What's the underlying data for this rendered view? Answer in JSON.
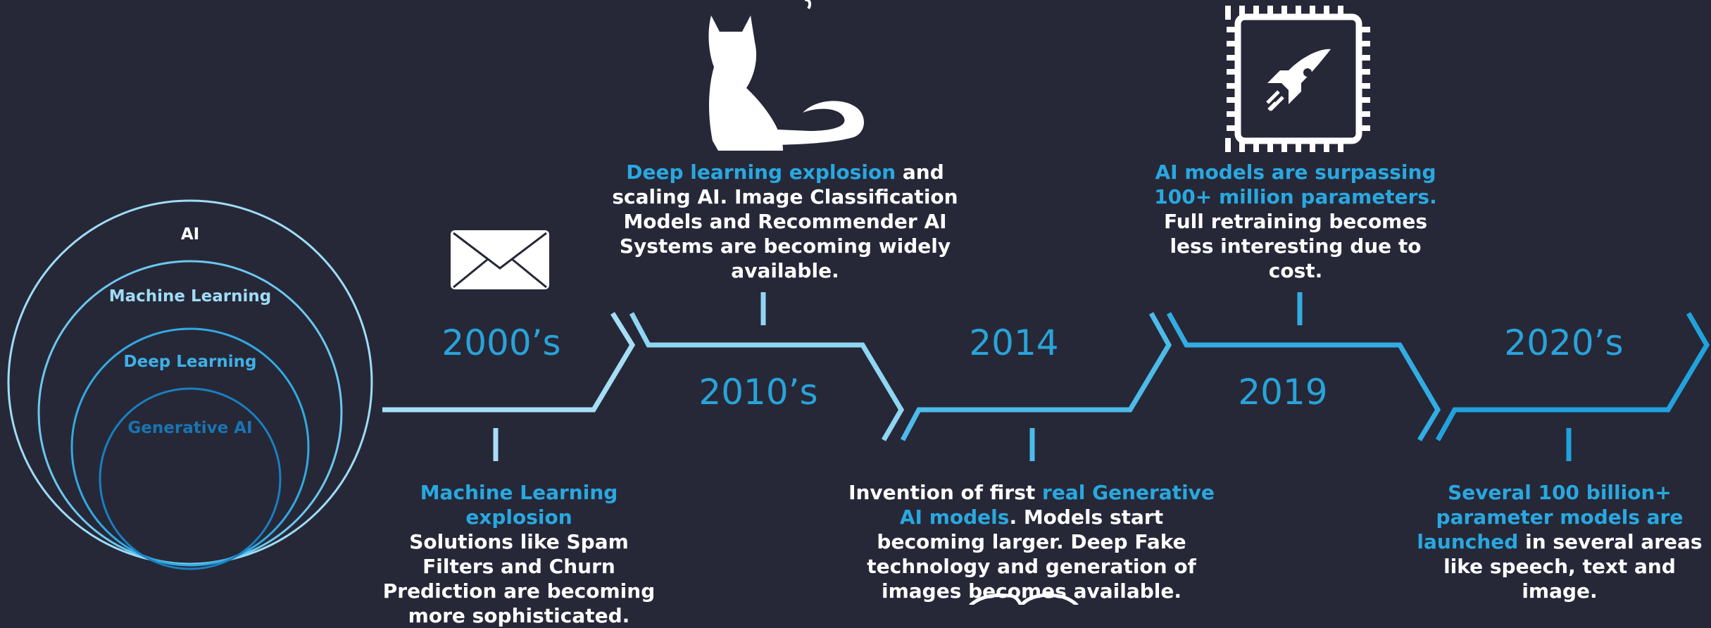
{
  "venn": {
    "ai": "AI",
    "ml": "Machine Learning",
    "dl": "Deep Learning",
    "gen": "Generative AI"
  },
  "eras": [
    {
      "year": "2000’s",
      "highlight": "Machine Learning explosion",
      "text": "Solutions like Spam Filters and Churn Prediction are becoming more sophisticated."
    },
    {
      "year": "2010’s",
      "highlight": "Deep learning explosion",
      "text": "and scaling AI. Image Classification Models and Recommender AI Systems are becoming widely available."
    },
    {
      "year": "2014",
      "pre": "Invention of first",
      "highlight": "real Generative AI models",
      "text": ". Models start becoming larger. Deep Fake technology and generation of images becomes available."
    },
    {
      "year": "2019",
      "highlight": "AI models are surpassing 100+ million parameters.",
      "text": "Full retraining becomes less interesting due to cost."
    },
    {
      "year": "2020’s",
      "highlight": "Several 100 billion+ parameter models are launched",
      "text": "in several areas like speech, text and image."
    }
  ],
  "icons": [
    "envelope-icon",
    "cat-icon",
    "chip-rocket-icon"
  ],
  "colors": {
    "background": "#262838",
    "accent": "#29a8e0",
    "light": "#8fd6f2"
  }
}
